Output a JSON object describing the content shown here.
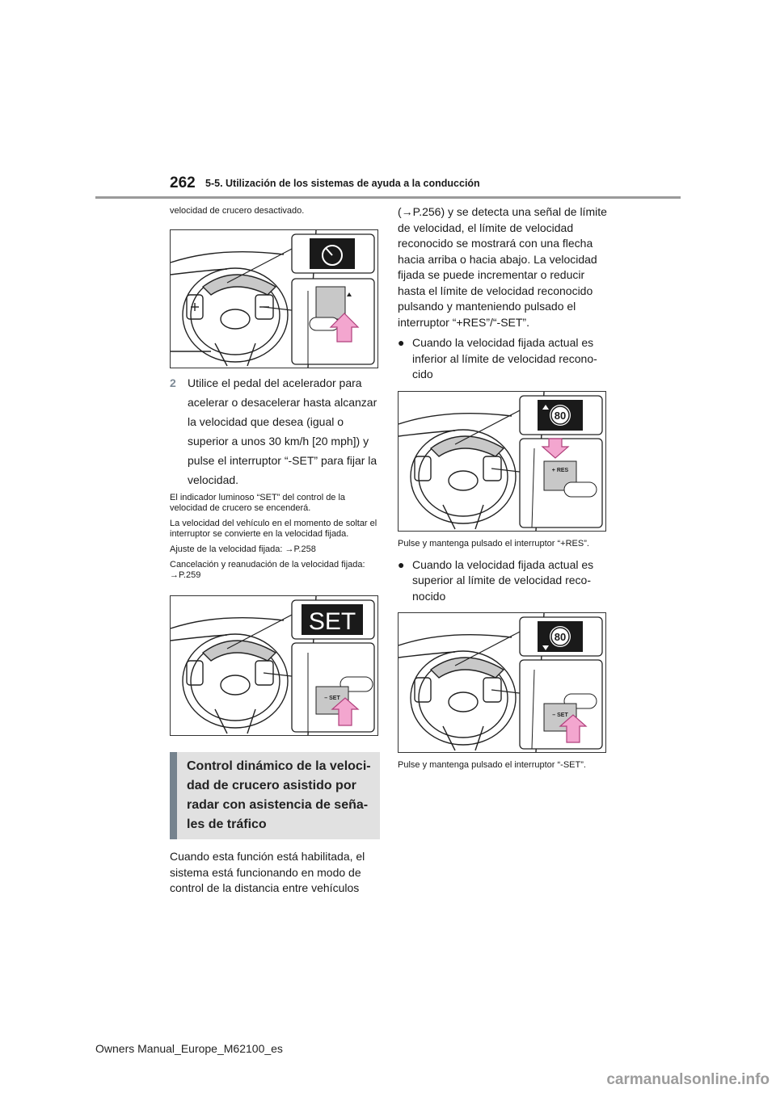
{
  "header": {
    "page_number": "262",
    "section_title": "5-5. Utilización de los sistemas de ayuda a la conducción"
  },
  "left_column": {
    "intro": "velocidad de crucero desactivado.",
    "step2": {
      "number": "2",
      "text": "Utilice el pedal del acelerador para acelerar o desacelerar hasta alcan­zar la velocidad que desea (igual o superior a unos 30 km/h [20 mph]) y pulse el interruptor “-SET” para fijar la velocidad."
    },
    "notes": [
      "El indicador luminoso “SET” del control de la velocidad de crucero se encenderá.",
      "La velocidad del vehículo en el momento de soltar el interruptor se convierte en la veloci­dad fijada.",
      "Ajuste de la velocidad fijada: →P.258",
      "Cancelación y reanudación de la velocidad fijada: →P.259"
    ],
    "figure2_label": "SET",
    "figure2_switch": "– SET",
    "heading": "Control dinámico de la veloci­dad de crucero asistido por radar con asistencia de seña­les de tráfico",
    "paragraph": "Cuando esta función está habilitada, el sistema está funcionando en modo de control de la distancia entre vehículos"
  },
  "right_column": {
    "paragraph": "(→P.256) y se detecta una señal de límite de velocidad, el límite de veloci­dad reconocido se mostrará con una flecha hacia arriba o hacia abajo. La velocidad fijada se puede incrementar o reducir hasta el límite de velocidad reconocido pulsando y manteniendo pulsado el interruptor “+RES”/“-SET”.",
    "bullet1": "Cuando la velocidad fijada actual es inferior al límite de velocidad recono­cido",
    "figure3_sign": "80",
    "figure3_switch": "+ RES",
    "caption1": "Pulse y mantenga pulsado el interruptor “+RES”.",
    "bullet2": "Cuando la velocidad fijada actual es superior al límite de velocidad reco­nocido",
    "figure4_sign": "80",
    "figure4_switch": "– SET",
    "caption2": "Pulse y mantenga pulsado el interruptor “-SET”.",
    "bullet_symbol": "●"
  },
  "footer": {
    "manual_id": "Owners Manual_Europe_M62100_es",
    "watermark": "carmanualsonline.info"
  }
}
